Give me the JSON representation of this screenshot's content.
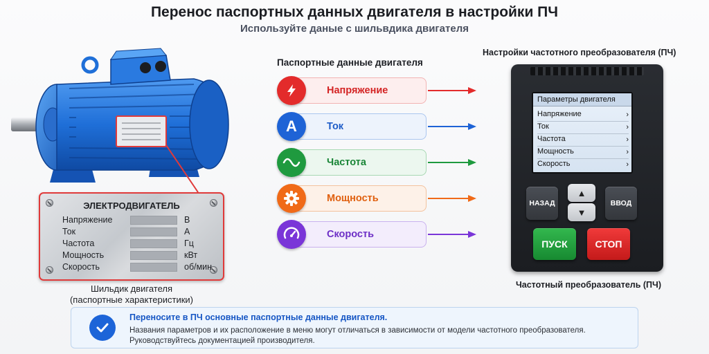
{
  "header": {
    "title": "Перенос паспортных данных двигателя в настройки ПЧ",
    "subtitle": "Используйте даные с шильвдика двигателя"
  },
  "nameplate": {
    "title": "ЭЛЕКТРОДВИГАТЕЛЬ",
    "rows": [
      {
        "label": "Напряжение",
        "unit": "В"
      },
      {
        "label": "Ток",
        "unit": "А"
      },
      {
        "label": "Частота",
        "unit": "Гц"
      },
      {
        "label": "Мощность",
        "unit": "кВт"
      },
      {
        "label": "Скорость",
        "unit": "об/мин"
      }
    ],
    "caption_line1": "Шильдик двигателя",
    "caption_line2": "(паспортные характеристики)",
    "accent_color": "#e03a3a"
  },
  "params": {
    "heading": "Паспортные данные двигателя",
    "items": [
      {
        "label": "Напряжение",
        "icon": "lightning-icon",
        "color": "#e32b2b",
        "text_color": "#d42424",
        "bg": "#fdeeee"
      },
      {
        "label": "Ток",
        "icon": "letter-a-icon",
        "color": "#1e63d6",
        "text_color": "#1e5cc8",
        "bg": "#edf3fc"
      },
      {
        "label": "Частота",
        "icon": "sine-wave-icon",
        "color": "#1f9a3f",
        "text_color": "#1a8537",
        "bg": "#ecf7ef"
      },
      {
        "label": "Мощность",
        "icon": "gear-icon",
        "color": "#f06a18",
        "text_color": "#e0600f",
        "bg": "#fdf1e8"
      },
      {
        "label": "Скорость",
        "icon": "speedometer-icon",
        "color": "#7a35d8",
        "text_color": "#6d2fc6",
        "bg": "#f3edfc"
      }
    ]
  },
  "drive": {
    "heading": "Настройки частотного преобразователя (ПЧ)",
    "screen_title": "Параметры двигателя",
    "menu_items": [
      "Напряжение",
      "Ток",
      "Частота",
      "Мощность",
      "Скорость"
    ],
    "chevron": "›",
    "buttons": {
      "back": "НАЗАД",
      "enter": "ВВОД",
      "up": "▲",
      "down": "▼",
      "start": "ПУСК",
      "stop": "СТОП"
    },
    "caption": "Частотный преобразователь (ПЧ)",
    "start_color": "#1fa33c",
    "stop_color": "#e12424"
  },
  "info": {
    "line1": "Переносите в ПЧ основные паспортные данные двигателя.",
    "line2": "Названия параметров и их расположение в меню могут отличаться в зависимости от модели частотного преобразователя.",
    "line3": "Руководствуйтесь документацией производителя.",
    "accent_color": "#1c64d8"
  }
}
